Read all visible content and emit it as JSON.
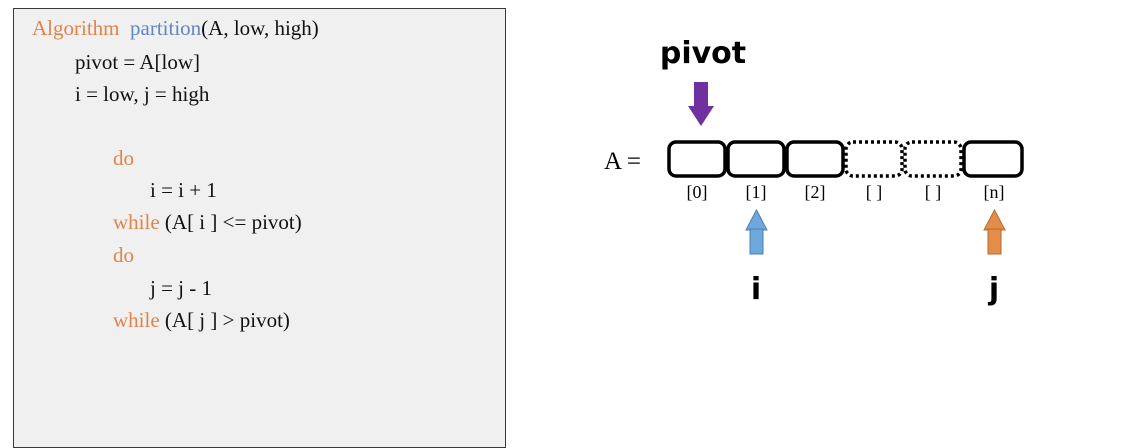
{
  "code": {
    "header": {
      "keyword": "Algorithm",
      "function_name": "partition",
      "params": "(A, low, high)"
    },
    "line_pivot": "pivot = A[low]",
    "line_init": "i = low, j = high",
    "do1": "do",
    "inc": "i = i + 1",
    "while1": {
      "keyword": "while",
      "cond": " (A[ i ] <= pivot)"
    },
    "do2": "do",
    "dec": "j = j - 1",
    "while2": {
      "keyword": "while",
      "cond": " (A[ j ] > pivot)"
    }
  },
  "diagram": {
    "array_label": "A =",
    "pivot_label": "pivot",
    "cells": [
      "[0]",
      "[1]",
      "[2]",
      "[ ]",
      "[ ]",
      "[n]"
    ],
    "i_label": "i",
    "j_label": "j",
    "colors": {
      "pivot_arrow": "#7030a0",
      "i_arrow": "#6fa8dc",
      "j_arrow": "#e38d4a",
      "keyword": "#e0844a",
      "function_name": "#5f86c4"
    }
  }
}
